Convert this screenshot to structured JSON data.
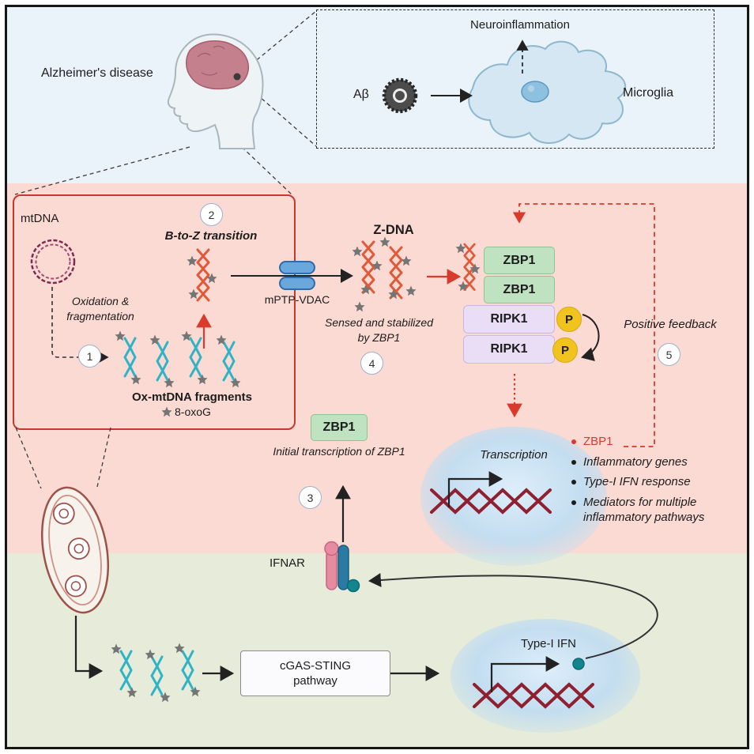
{
  "top": {
    "alzheimers": "Alzheimer's disease",
    "neuroinflammation": "Neuroinflammation",
    "abeta": "Aβ",
    "microglia": "Microglia"
  },
  "pathway": {
    "mtdna": "mtDNA",
    "oxidation": "Oxidation & fragmentation",
    "step1": "1",
    "b_to_z": "B-to-Z transition",
    "step2": "2",
    "fragments": "Ox-mtDNA fragments",
    "oxog": "8-oxoG",
    "mptp": "mPTP-VDAC",
    "zdna": "Z-DNA",
    "sensed": "Sensed and stabilized by ZBP1",
    "step4": "4",
    "zbp1": "ZBP1",
    "ripk1": "RIPK1",
    "p": "P",
    "positive_feedback": "Positive feedback",
    "step5": "5",
    "transcription": "Transcription",
    "outputs": [
      {
        "label": "ZBP1",
        "emphasis": "red"
      },
      {
        "label": "Inflammatory genes",
        "emphasis": "normal"
      },
      {
        "label": "Type-I IFN response",
        "emphasis": "normal"
      },
      {
        "label": "Mediators for multiple inflammatory pathways",
        "emphasis": "normal"
      }
    ],
    "initial_transcription": "Initial transcription of ZBP1",
    "step3": "3",
    "ifnar": "IFNAR"
  },
  "bottom": {
    "cgas": "cGAS-STING pathway",
    "type1_ifn": "Type-I IFN"
  },
  "colors": {
    "accent_red": "#d93a2b",
    "zbp1_green": "#bfe3c0",
    "ripk1_purple": "#e9def5",
    "phospho_yellow": "#f1c31e",
    "zdna_orange": "#e05a3a",
    "fragment_teal": "#31b3c6"
  }
}
